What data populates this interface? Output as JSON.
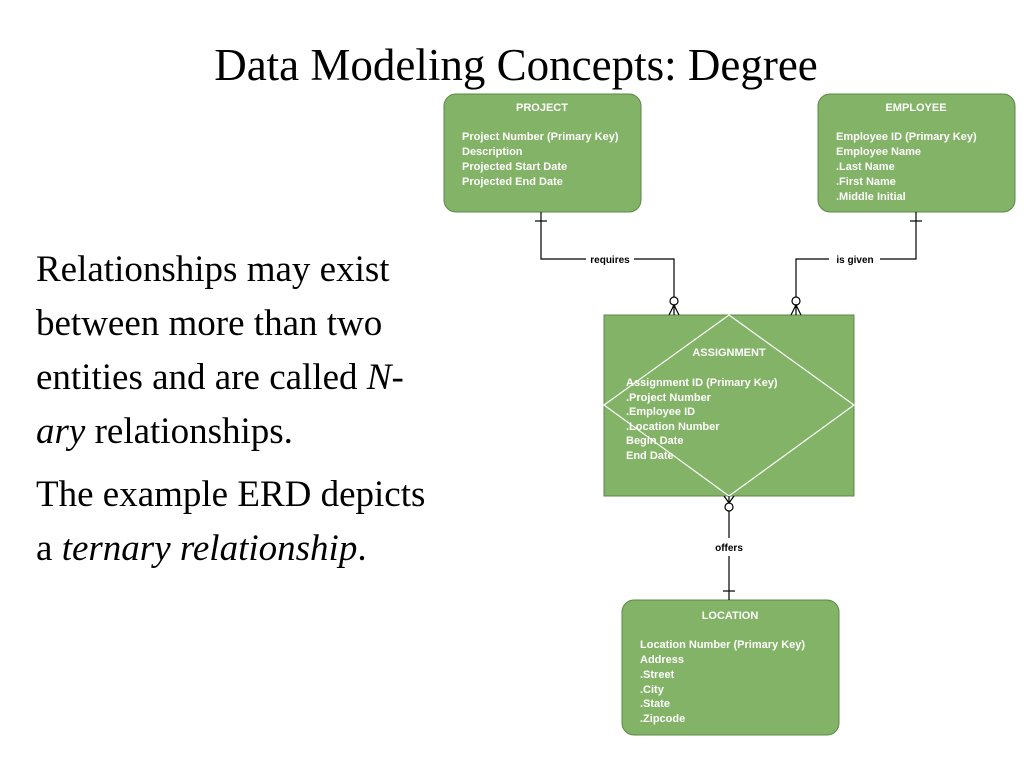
{
  "slide": {
    "title": "Data Modeling Concepts: Degree",
    "paragraph1": {
      "before": "Relationships may exist between more than two entities and are called ",
      "term": "N-ary",
      "after": " relationships."
    },
    "paragraph2": {
      "before": "The example ERD depicts a ",
      "term": "ternary relationship",
      "after": "."
    }
  },
  "diagram": {
    "colors": {
      "entity_fill": "#82b366",
      "entity_stroke": "#5a8a45",
      "entity_text": "#ffffff",
      "line": "#000000"
    },
    "entities": {
      "project": {
        "name": "PROJECT",
        "attributes": [
          "Project Number (Primary Key)",
          "Description",
          "Projected Start Date",
          "Projected End Date"
        ]
      },
      "employee": {
        "name": "EMPLOYEE",
        "attributes": [
          "Employee ID (Primary Key)",
          "Employee Name",
          ".Last Name",
          ".First Name",
          ".Middle Initial"
        ]
      },
      "assignment": {
        "name": "ASSIGNMENT",
        "attributes": [
          "Assignment ID (Primary Key)",
          ".Project Number",
          ".Employee ID",
          ".Location Number",
          "Begin Date",
          "End Date"
        ]
      },
      "location": {
        "name": "LOCATION",
        "attributes": [
          "Location Number (Primary Key)",
          "Address",
          ".Street",
          ".City",
          ".State",
          ".Zipcode"
        ]
      }
    },
    "relationships": {
      "requires": "requires",
      "is_given": "is given",
      "offers": "offers"
    }
  }
}
